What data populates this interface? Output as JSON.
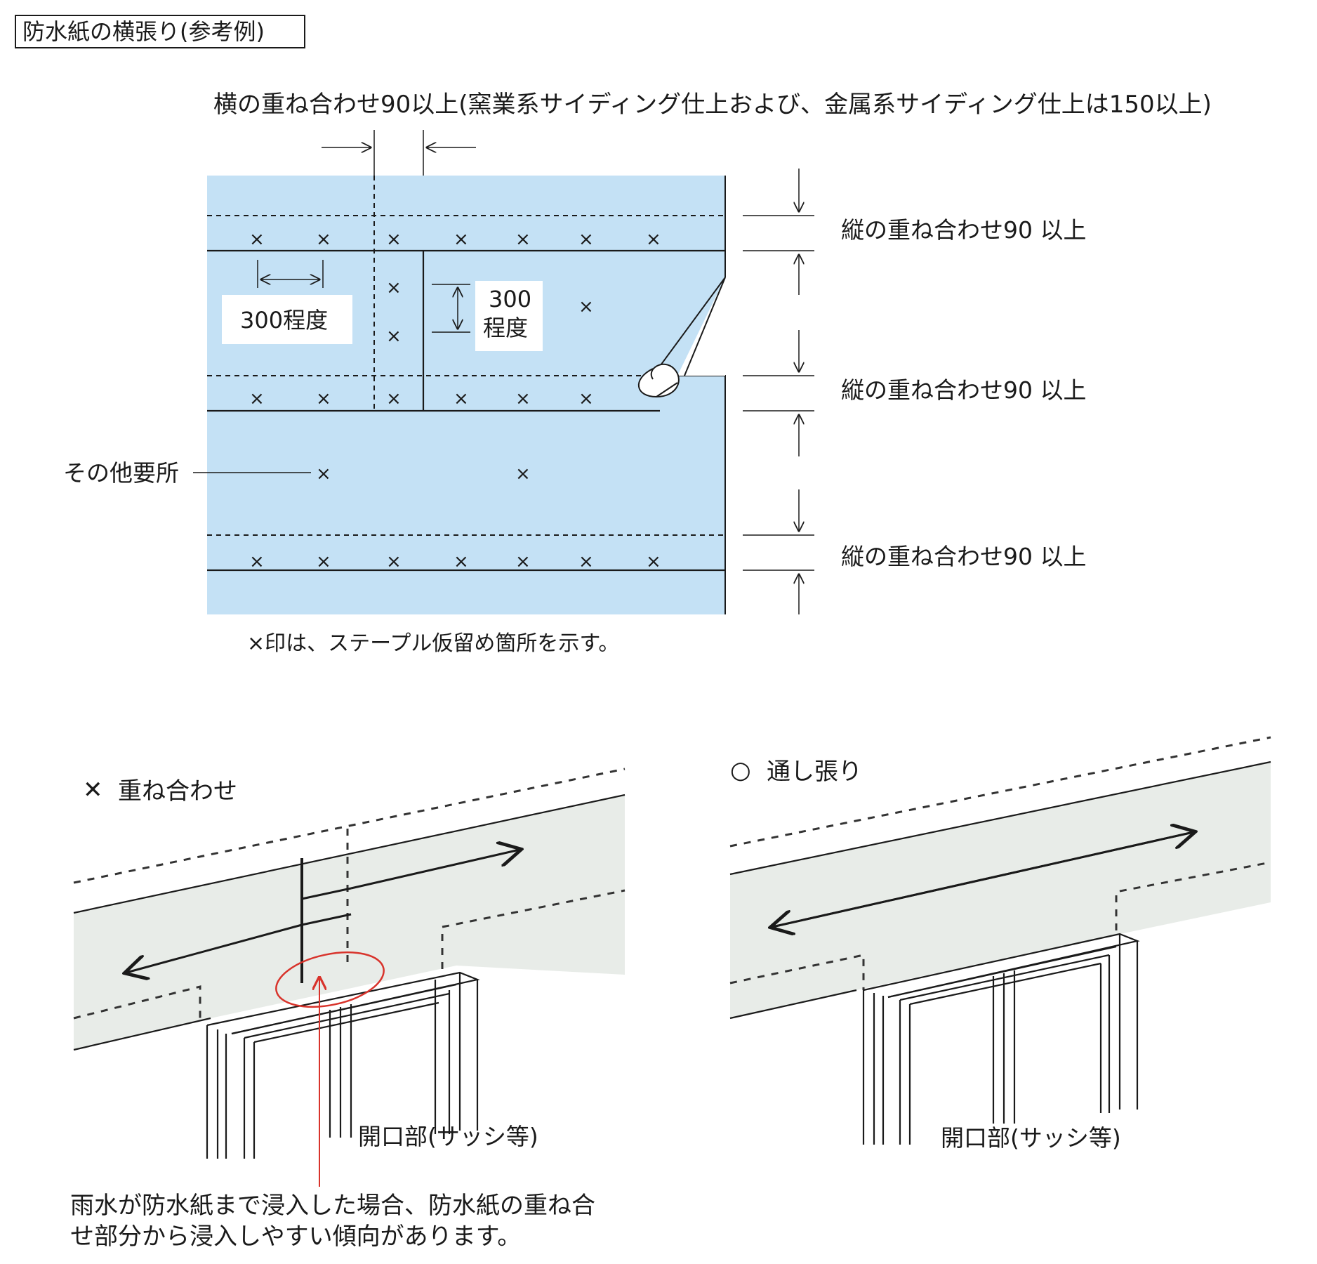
{
  "title": "防水紙の横張り(参考例)",
  "top_note": "横の重ね合わせ90以上(窯業系サイディング仕上および、金属系サイディング仕上は150以上)",
  "vertical_overlap_labels": [
    "縦の重ね合わせ90 以上",
    "縦の重ね合わせ90 以上",
    "縦の重ね合わせ90 以上"
  ],
  "spacing_h_label": "300程度",
  "spacing_v_label_1": "300",
  "spacing_v_label_2": "程度",
  "other_label": "その他要所",
  "staple_marker": "×",
  "staple_note": "×印は、ステープル仮留め箇所を示す。",
  "bad_example": {
    "mark": "✕",
    "title": "重ね合わせ",
    "opening_label": "開口部(サッシ等)"
  },
  "good_example": {
    "mark": "○",
    "title": "通し張り",
    "opening_label": "開口部(サッシ等)"
  },
  "bottom_note_line1": "雨水が防水紙まで浸入した場合、防水紙の重ね合",
  "bottom_note_line2": "せ部分から浸入しやすい傾向があります。",
  "colors": {
    "sheet": "#c4e1f5",
    "wall": "#e8ece8",
    "warn": "#d8332b",
    "line": "#1a1a1a"
  }
}
